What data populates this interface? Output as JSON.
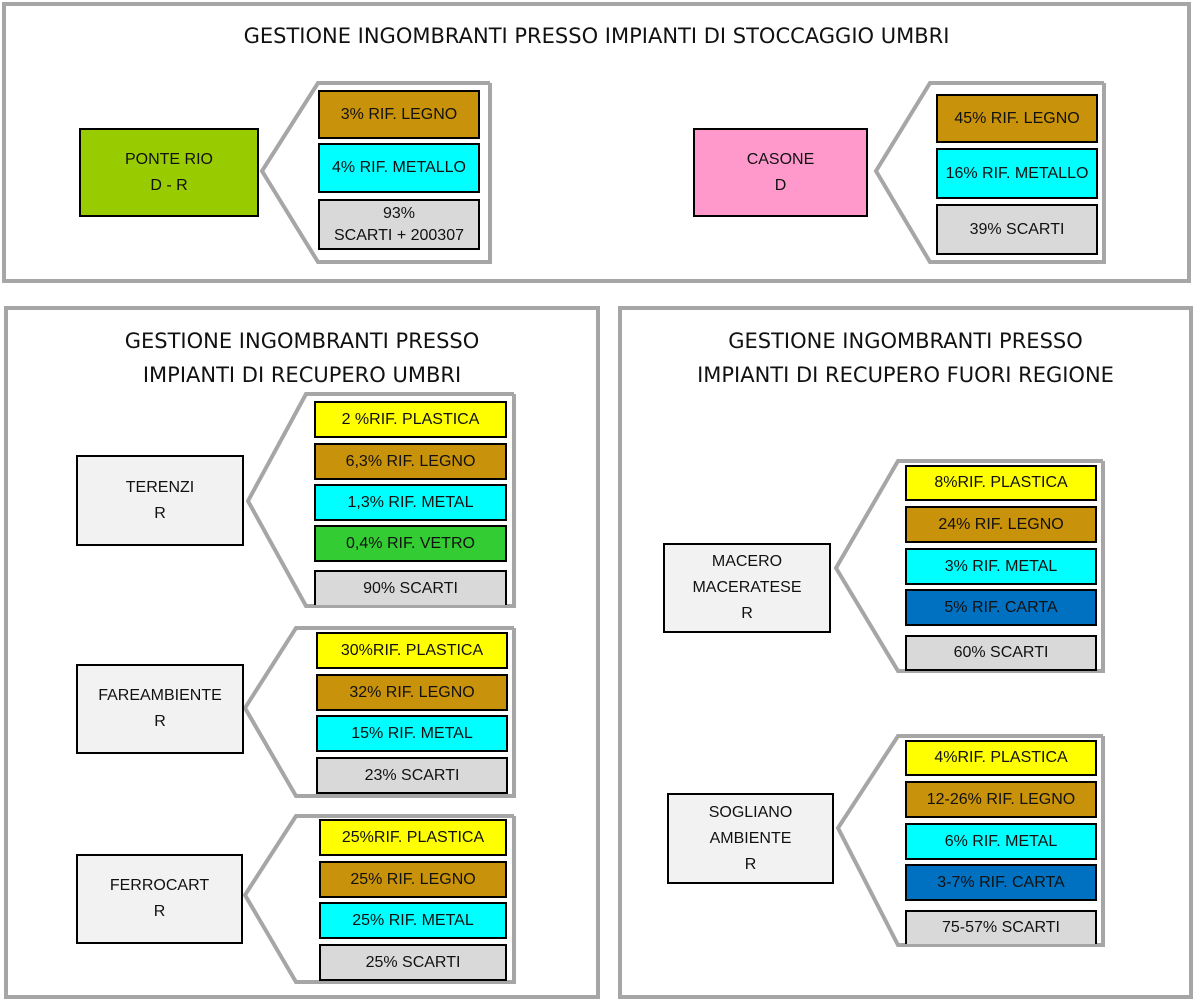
{
  "colors": {
    "frame": "#a6a6a6",
    "legno": "#c8920a",
    "metallo": "#00ffff",
    "plastica": "#ffff00",
    "vetro": "#33cc33",
    "carta": "#0070c0",
    "scarti": "#d9d9d9",
    "ponte_rio": "#99cc00",
    "casone": "#ff99cc",
    "plant_default": "#f2f2f2"
  },
  "panels": {
    "storage": {
      "title": "GESTIONE INGOMBRANTI PRESSO IMPIANTI DI STOCCAGGIO UMBRI",
      "plants": [
        {
          "label": "PONTE RIO\nD - R",
          "outputs": [
            {
              "text": "3% RIF. LEGNO",
              "type": "legno"
            },
            {
              "text": "4% RIF. METALLO",
              "type": "metallo"
            },
            {
              "text": "93%\nSCARTI + 200307",
              "type": "scarti"
            }
          ]
        },
        {
          "label": "CASONE\nD",
          "outputs": [
            {
              "text": "45% RIF. LEGNO",
              "type": "legno"
            },
            {
              "text": "16% RIF. METALLO",
              "type": "metallo"
            },
            {
              "text": "39%  SCARTI",
              "type": "scarti"
            }
          ]
        }
      ]
    },
    "umbria": {
      "title": "GESTIONE INGOMBRANTI PRESSO\nIMPIANTI DI RECUPERO UMBRI",
      "plants": [
        {
          "label": "TERENZI\nR",
          "outputs": [
            {
              "text": "2 %RIF. PLASTICA",
              "type": "plastica"
            },
            {
              "text": "6,3% RIF. LEGNO",
              "type": "legno"
            },
            {
              "text": "1,3% RIF. METAL",
              "type": "metallo"
            },
            {
              "text": "0,4% RIF. VETRO",
              "type": "vetro"
            },
            {
              "text": "90% SCARTI",
              "type": "scarti"
            }
          ]
        },
        {
          "label": "FAREAMBIENTE\nR",
          "outputs": [
            {
              "text": "30%RIF. PLASTICA",
              "type": "plastica"
            },
            {
              "text": "32% RIF. LEGNO",
              "type": "legno"
            },
            {
              "text": "15% RIF. METAL",
              "type": "metallo"
            },
            {
              "text": "23% SCARTI",
              "type": "scarti"
            }
          ]
        },
        {
          "label": "FERROCART\nR",
          "outputs": [
            {
              "text": "25%RIF. PLASTICA",
              "type": "plastica"
            },
            {
              "text": "25% RIF. LEGNO",
              "type": "legno"
            },
            {
              "text": "25% RIF. METAL",
              "type": "metallo"
            },
            {
              "text": "25% SCARTI",
              "type": "scarti"
            }
          ]
        }
      ]
    },
    "outside": {
      "title": "GESTIONE INGOMBRANTI PRESSO\nIMPIANTI DI RECUPERO FUORI REGIONE",
      "plants": [
        {
          "label": "MACERO\nMACERATESE\nR",
          "outputs": [
            {
              "text": "8%RIF. PLASTICA",
              "type": "plastica"
            },
            {
              "text": "24% RIF. LEGNO",
              "type": "legno"
            },
            {
              "text": "3% RIF. METAL",
              "type": "metallo"
            },
            {
              "text": "5% RIF. CARTA",
              "type": "carta"
            },
            {
              "text": "60% SCARTI",
              "type": "scarti"
            }
          ]
        },
        {
          "label": "SOGLIANO\nAMBIENTE\nR",
          "outputs": [
            {
              "text": "4%RIF. PLASTICA",
              "type": "plastica"
            },
            {
              "text": "12-26% RIF. LEGNO",
              "type": "legno"
            },
            {
              "text": "6% RIF. METAL",
              "type": "metallo"
            },
            {
              "text": "3-7% RIF. CARTA",
              "type": "carta"
            },
            {
              "text": "75-57% SCARTI",
              "type": "scarti"
            }
          ]
        }
      ]
    }
  }
}
